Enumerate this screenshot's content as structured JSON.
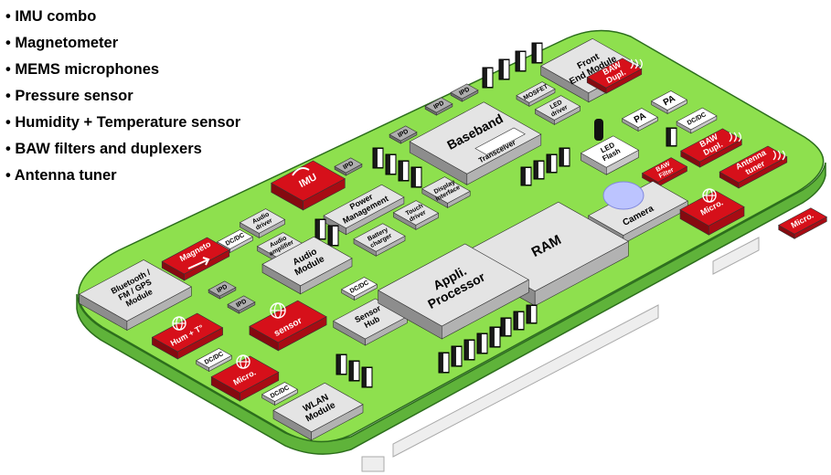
{
  "bullets": [
    "IMU combo",
    "Magnetometer",
    "MEMS microphones",
    "Pressure sensor",
    "Humidity + Temperature sensor",
    "BAW filters and duplexers",
    "Antenna tuner"
  ],
  "colors": {
    "board_top": "#8ee04e",
    "board_edge": "#5fb33a",
    "board_outline": "#2c6e1c",
    "red_component": "#d6101a",
    "grey_component": "#e4e4e4",
    "chip": "#1a1a1a"
  },
  "labels": {
    "front_end_module": "Front End Module",
    "baw_dupl": "BAW Dupl.",
    "mosfet": "MOSFET",
    "led_driver": "LED driver",
    "pa": "PA",
    "dc_dc": "DC/DC",
    "ipd": "IPD",
    "baseband": "Baseband",
    "transceiver": "Transceiver",
    "led_flash": "LED Flash",
    "baw_filter": "BAW Filter",
    "antenna_tuner": "Antenna tuner",
    "imu": "IMU",
    "power_management": "Power Management",
    "display_interface": "Display interface",
    "touch_driver": "Touch driver",
    "battery_charger": "Battery charger",
    "audio_driver": "Audio driver",
    "audio_amplifier": "Audio amplifier",
    "audio_module": "Audio Module",
    "magneto": "Magneto",
    "camera": "Camera",
    "micro": "Micro.",
    "ram": "RAM",
    "bt_module": "Bluetooth / FM / GPS Module",
    "hum_temp": "Hum + T°",
    "sensor": "sensor",
    "appli_processor": "Appli. Processor",
    "sensor_hub": "Sensor Hub",
    "wlan_module": "WLAN Module"
  }
}
